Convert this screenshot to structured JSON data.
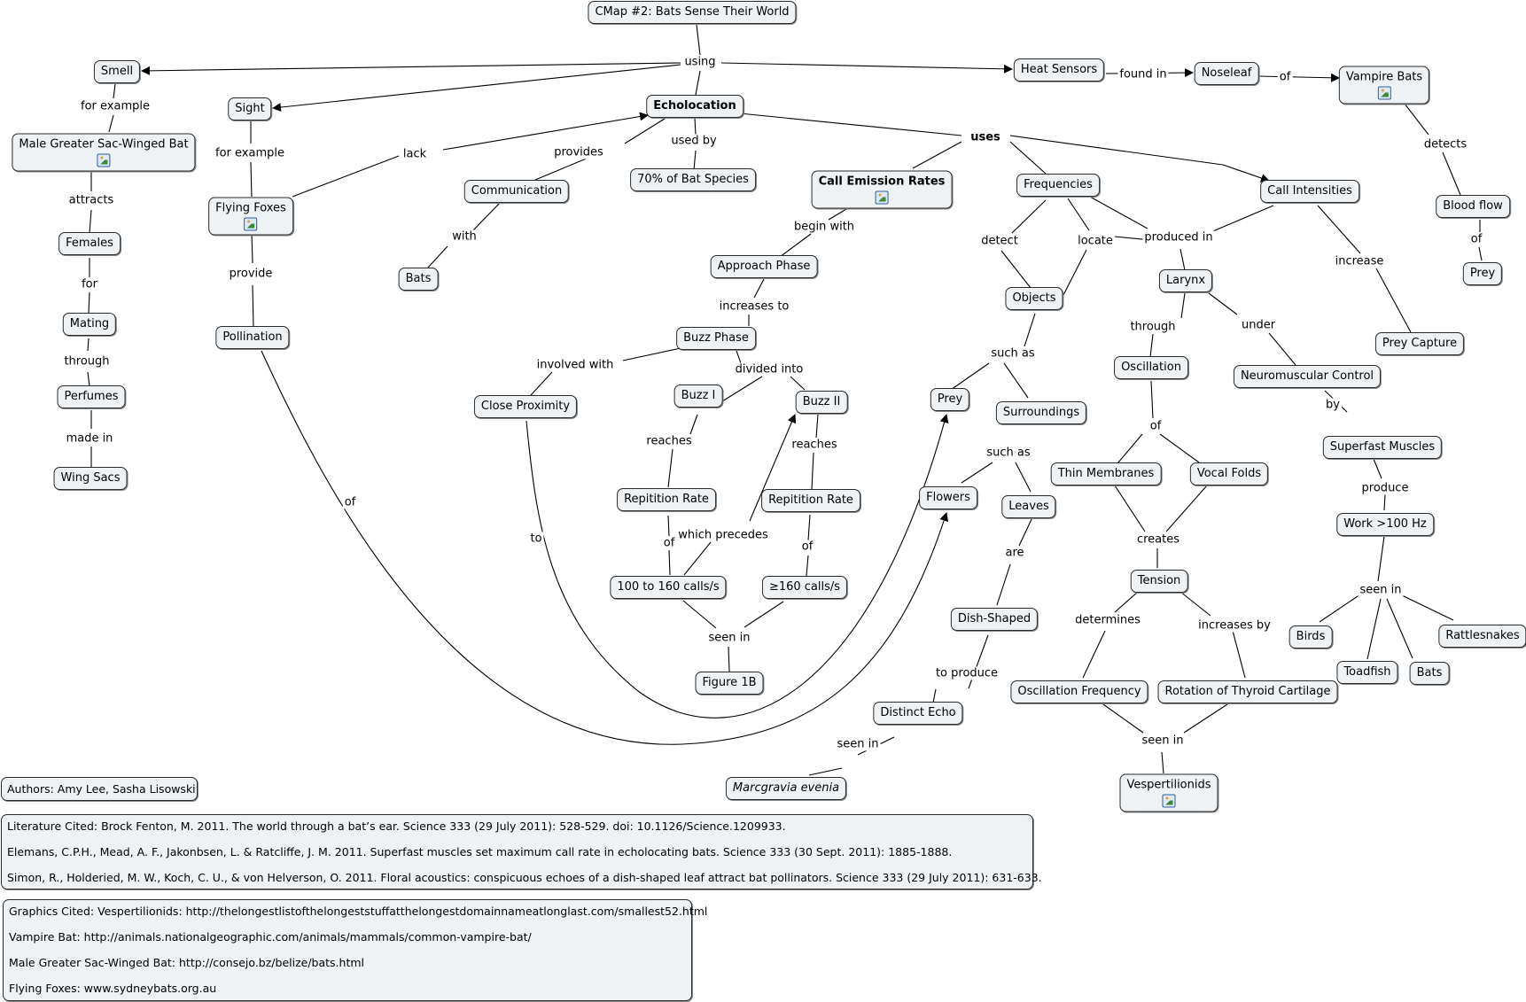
{
  "colors": {
    "node_fill": "#eef2f4",
    "node_border": "#2b2b2b",
    "line": "#000000",
    "image_icon": "#2c5fa3"
  },
  "nodes": {
    "title": "CMap #2:  Bats Sense Their World",
    "smell": "Smell",
    "sight": "Sight",
    "echolocation": "Echolocation",
    "heat_sensors": "Heat Sensors",
    "noseleaf": "Noseleaf",
    "vampire_bats": "Vampire Bats",
    "male_greater": "Male Greater Sac-Winged Bat",
    "females": "Females",
    "mating": "Mating",
    "perfumes": "Perfumes",
    "wing_sacs": "Wing Sacs",
    "flying_foxes": "Flying Foxes",
    "pollination": "Pollination",
    "communication": "Communication",
    "bats_comm": "Bats",
    "pct_species": "70% of Bat Species",
    "call_emission": "Call Emission Rates",
    "frequencies": "Frequencies",
    "call_intensities": "Call Intensities",
    "approach_phase": "Approach Phase",
    "buzz_phase": "Buzz Phase",
    "close_proximity": "Close Proximity",
    "buzz_i": "Buzz I",
    "buzz_ii": "Buzz II",
    "repitition_rate_1": "Repitition Rate",
    "repitition_rate_2": "Repitition Rate",
    "calls_100_160": "100 to 160 calls/s",
    "calls_160": "≥160 calls/s",
    "figure_1b": "Figure 1B",
    "objects": "Objects",
    "prey_mid": "Prey",
    "surroundings": "Surroundings",
    "flowers": "Flowers",
    "leaves": "Leaves",
    "dish_shaped": "Dish-Shaped",
    "distinct_echo": "Distinct Echo",
    "marcgravia": "Marcgravia evenia",
    "larynx": "Larynx",
    "oscillation": "Oscillation",
    "neuromuscular": "Neuromuscular Control",
    "thin_membranes": "Thin Membranes",
    "vocal_folds": "Vocal Folds",
    "tension": "Tension",
    "oscillation_freq": "Oscillation Frequency",
    "rotation_thyroid": "Rotation of Thyroid Cartilage",
    "vespertilionids": "Vespertilionids",
    "superfast_muscles": "Superfast Muscles",
    "work_100hz": "Work >100 Hz",
    "birds": "Birds",
    "toadfish": "Toadfish",
    "bats_seen": "Bats",
    "rattlesnakes": "Rattlesnakes",
    "prey_capture": "Prey Capture",
    "blood_flow": "Blood flow",
    "prey_right": "Prey"
  },
  "links": {
    "using": "using",
    "found_in": "found in",
    "of_noseleaf": "of",
    "for_example_smell": "for example",
    "attracts": "attracts",
    "for": "for",
    "through_mating": "through",
    "made_in": "made in",
    "for_example_sight": "for example",
    "provide": "provide",
    "lack": "lack",
    "provides": "provides",
    "with": "with",
    "used_by": "used by",
    "uses": "uses",
    "begin_with": "begin with",
    "increases_to": "increases to",
    "involved_with": "involved with",
    "divided_into": "divided into",
    "reaches_1": "reaches",
    "reaches_2": "reaches",
    "of_rate_1": "of",
    "of_rate_2": "of",
    "which_precedes": "which precedes",
    "seen_in_fig": "seen in",
    "of_pollination": "of",
    "to_prey": "to",
    "detect": "detect",
    "locate": "locate",
    "such_as_objects": "such as",
    "such_as_surroundings": "such as",
    "are": "are",
    "to_produce": "to produce",
    "seen_in_echo": "seen in",
    "produced_in": "produced in",
    "increase": "increase",
    "through_larynx": "through",
    "under": "under",
    "of_oscillation": "of",
    "creates": "creates",
    "determines": "determines",
    "increases_by": "increases by",
    "seen_in_vesp": "seen in",
    "by": "by",
    "produce": "produce",
    "seen_in_work": "seen in",
    "detects": "detects",
    "of_blood": "of"
  },
  "info": {
    "authors": "Authors: Amy Lee, Sasha Lisowski",
    "literature": [
      "Literature Cited: Brock Fenton, M. 2011. The world through a bat’s ear. Science 333 (29 July 2011): 528-529. doi: 10.1126/Science.1209933.",
      "Elemans, C.P.H., Mead, A. F., Jakonbsen, L. & Ratcliffe, J. M. 2011. Superfast muscles set maximum call rate in echolocating bats. Science 333 (30 Sept. 2011): 1885-1888.",
      "Simon, R., Holderied, M. W., Koch, C. U., & von Helverson, O. 2011. Floral acoustics: conspicuous echoes of a dish-shaped leaf attract bat pollinators. Science 333 (29 July 2011): 631-633."
    ],
    "graphics": [
      "Graphics Cited: Vespertilionids: http://thelongestlistofthelongeststuffatthelongestdomainnameatlonglast.com/smallest52.html",
      "Vampire Bat: http://animals.nationalgeographic.com/animals/mammals/common-vampire-bat/",
      "Male Greater Sac-Winged Bat: http://consejo.bz/belize/bats.html",
      "Flying Foxes: www.sydneybats.org.au"
    ]
  }
}
